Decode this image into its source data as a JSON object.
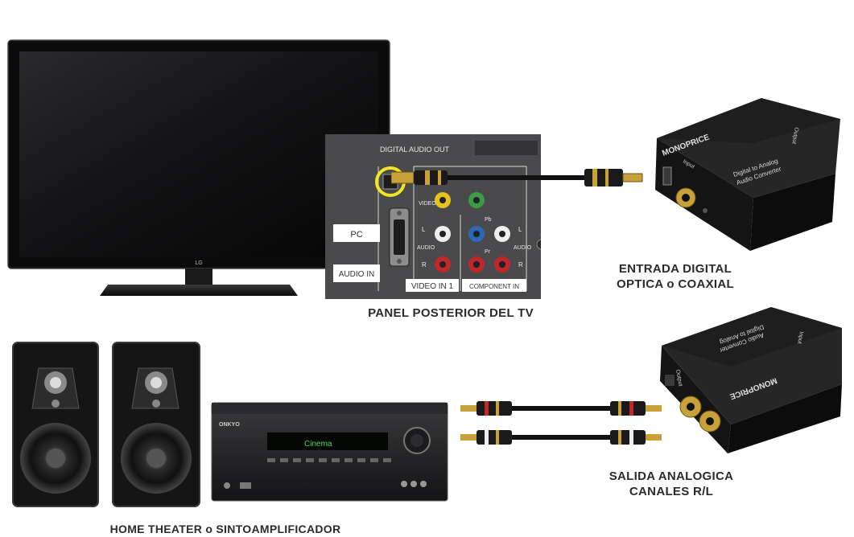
{
  "tv": {
    "brand": "LG"
  },
  "panel": {
    "digital_audio_out": "DIGITAL AUDIO OUT",
    "pc": "PC",
    "audio_in": "AUDIO IN",
    "video": "VIDEO",
    "audio": "AUDIO",
    "l": "L",
    "r": "R",
    "pb": "Pb",
    "pr": "Pr",
    "video_in_1": "VIDEO IN 1",
    "component_in": "COMPONENT IN"
  },
  "converter": {
    "brand": "MONOPRICE",
    "model_line1": "Digital to Analog",
    "model_line2": "Audio Converter",
    "input": "Input",
    "output": "Output"
  },
  "receiver": {
    "brand": "ONKYO",
    "display": "Cinema"
  },
  "captions": {
    "entrada_line1": "ENTRADA DIGITAL",
    "entrada_line2": "OPTICA o COAXIAL",
    "panel": "PANEL POSTERIOR DEL TV",
    "salida_line1": "SALIDA ANALOGICA",
    "salida_line2": "CANALES R/L",
    "home_theater": "HOME THEATER o SINTOAMPLIFICADOR"
  },
  "colors": {
    "highlight_ring": "#f2e526",
    "rca_red": "#c0282c",
    "rca_white": "#eeeeee",
    "rca_yellow": "#e6c21c",
    "rca_green": "#3c9a48",
    "rca_blue": "#2e66b8",
    "gold": "#c9a13b"
  }
}
